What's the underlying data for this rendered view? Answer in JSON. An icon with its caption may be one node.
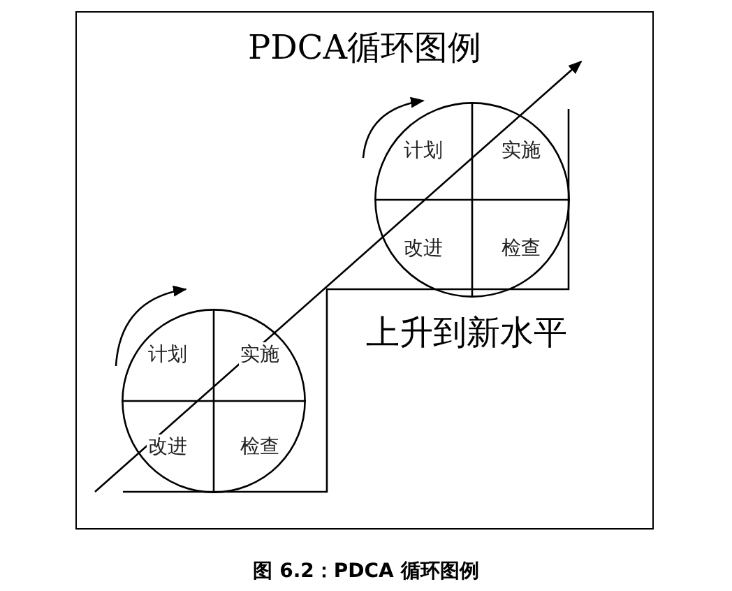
{
  "diagram": {
    "title": "PDCA循环图例",
    "caption": "图 6.2：PDCA 循环图例",
    "nodes": [
      {
        "text": [],
        "shape": "circle"
      },
      {
        "text": [
          "计划"
        ],
        "in": 0
      },
      {
        "text": [
          "实施"
        ],
        "in": 0
      },
      {
        "text": [
          "改进"
        ],
        "in": 0
      },
      {
        "text": [
          "检查"
        ],
        "in": 0
      },
      {
        "text": [],
        "shape": "circle"
      },
      {
        "text": [
          "计划"
        ],
        "in": 5
      },
      {
        "text": [
          "实施"
        ],
        "in": 5
      },
      {
        "text": [
          "改进"
        ],
        "in": 5
      },
      {
        "text": [
          "检查"
        ],
        "in": 5
      }
    ],
    "labels": [
      "上升到新水平"
    ]
  }
}
